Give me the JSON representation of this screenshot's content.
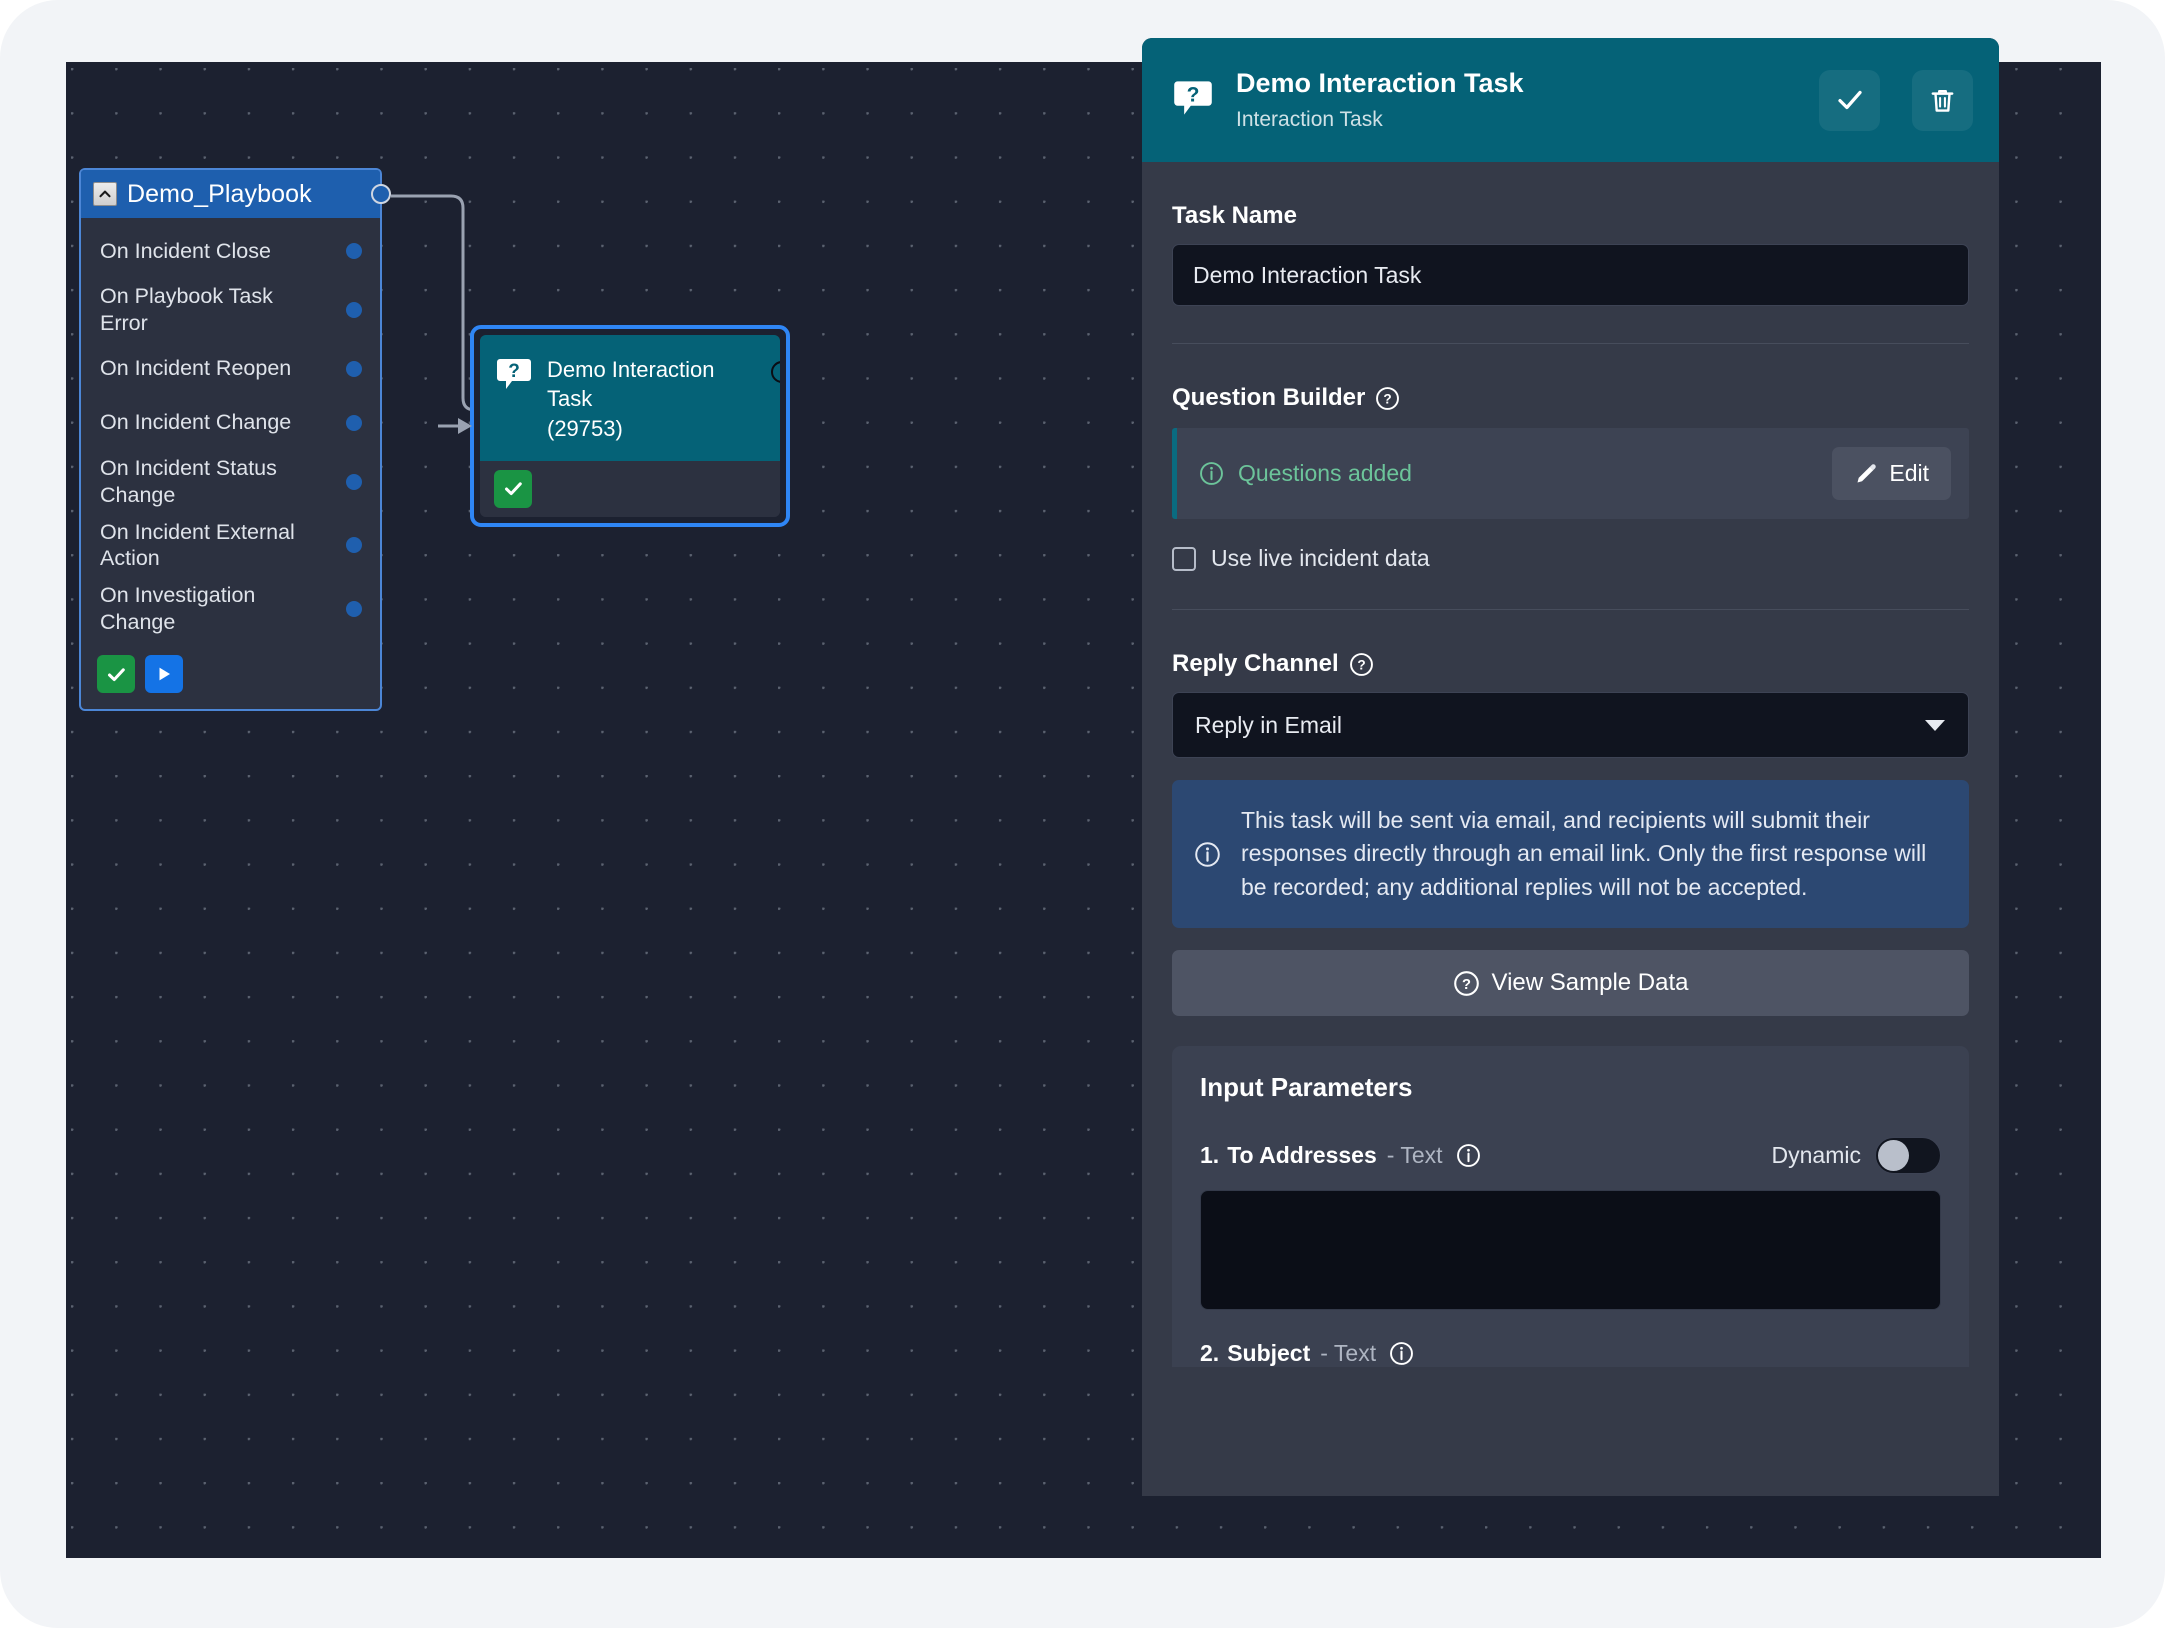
{
  "canvas": {
    "playbook_node": {
      "title": "Demo_Playbook",
      "collapse_icon": "chevron-up-icon",
      "triggers": [
        "On Incident Close",
        "On Playbook Task Error",
        "On Incident Reopen",
        "On Incident Change",
        "On Incident Status Change",
        "On Incident External Action",
        "On Investigation Change"
      ],
      "actions": [
        {
          "name": "validate",
          "icon": "check-icon",
          "color": "#1a9444"
        },
        {
          "name": "run",
          "icon": "play-icon",
          "color": "#1473e6"
        }
      ]
    },
    "task_node": {
      "icon": "question-bubble-icon",
      "title": "Demo Interaction Task",
      "id_label": "(29753)",
      "status_icon": "check-icon",
      "status_color": "#1a9444",
      "selected": true
    }
  },
  "panel": {
    "header": {
      "icon": "question-bubble-icon",
      "title": "Demo Interaction Task",
      "subtitle": "Interaction Task",
      "save_icon": "check-icon",
      "delete_icon": "trash-icon"
    },
    "task_name": {
      "label": "Task Name",
      "value": "Demo Interaction Task"
    },
    "question_builder": {
      "label": "Question Builder",
      "help_icon": "question-circle-icon",
      "status_icon": "info-circle-icon",
      "status_text": "Questions added",
      "status_color": "#6cc49a",
      "edit_label": "Edit",
      "edit_icon": "pencil-icon",
      "checkbox_label": "Use live incident data",
      "checkbox_checked": false
    },
    "reply_channel": {
      "label": "Reply Channel",
      "help_icon": "question-circle-icon",
      "selected": "Reply in Email",
      "dropdown_icon": "chevron-down-icon",
      "options": [
        "Reply in Email"
      ]
    },
    "info_callout": {
      "icon": "info-circle-icon",
      "text": "This task will be sent via email, and recipients will submit their responses directly through an email link. Only the first response will be recorded; any additional replies will not be accepted."
    },
    "sample_data_button": {
      "label": "View Sample Data",
      "icon": "question-circle-icon"
    },
    "input_parameters": {
      "title": "Input Parameters",
      "dynamic_label": "Dynamic",
      "items": [
        {
          "index": "1.",
          "name": "To Addresses",
          "type": "- Text",
          "info_icon": "info-circle-icon",
          "dynamic": false,
          "value": "",
          "value_redacted": true
        },
        {
          "index": "2.",
          "name": "Subject",
          "type": "- Text",
          "info_icon": "info-circle-icon"
        }
      ]
    }
  },
  "colors": {
    "page_background": "#f2f4f7",
    "canvas_background": "#1c2130",
    "panel_background": "#353a48",
    "teal_accent": "#056277",
    "blue_accent": "#2f86f5",
    "green_accent": "#1a9444",
    "info_blue": "#2c4872"
  }
}
